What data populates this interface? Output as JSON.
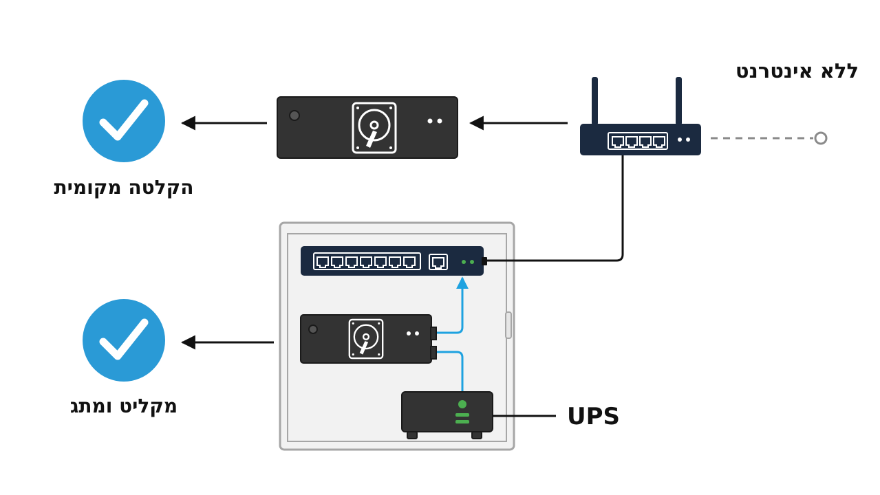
{
  "labels": {
    "no_internet": "ללא אינטרנט",
    "local_recording": "הקלטה מקומית",
    "recorded_and_secured": "מקליט ומתג",
    "ups": "UPS"
  },
  "colors": {
    "check_blue": "#2a9ad6",
    "device_dark": "#333333",
    "router_navy": "#1b2a40",
    "cable_blue": "#1ea2e0",
    "led_green": "#4caf50",
    "cabinet_fill": "#f2f2f2",
    "cabinet_border": "#a6a6a6",
    "dashed_gray": "#8a8a8a"
  },
  "icons": {
    "check": "check-circle-icon",
    "hdd": "hard-drive-icon",
    "router": "router-icon",
    "switch": "network-switch-icon",
    "ups": "ups-icon"
  }
}
